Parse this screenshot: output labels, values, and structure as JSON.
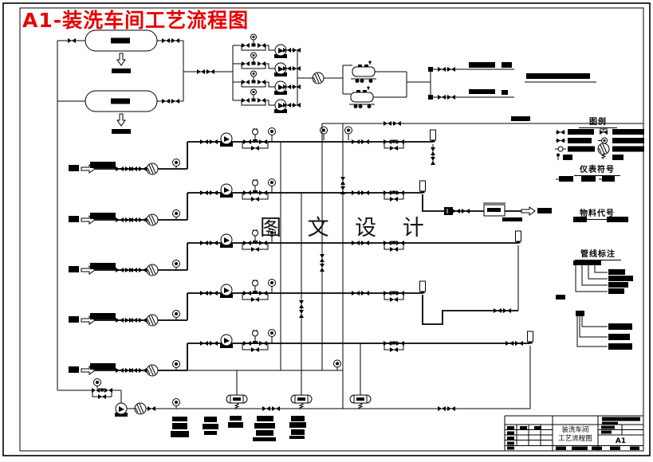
{
  "page": {
    "title": "A1-装洗车间工艺流程图",
    "watermark": "图 文 设 计"
  },
  "legend": {
    "headers": {
      "symbols": "图例",
      "instruments": "仪表符号",
      "materials": "物料代号",
      "pipelines": "管线标注"
    }
  },
  "title_block": {
    "drawing_name_line1": "装洗车间",
    "drawing_name_line2": "工艺流程图",
    "sheet_code": "A1"
  },
  "colors": {
    "title_red": "#e60000",
    "ink": "#000000",
    "paper": "#ffffff"
  }
}
